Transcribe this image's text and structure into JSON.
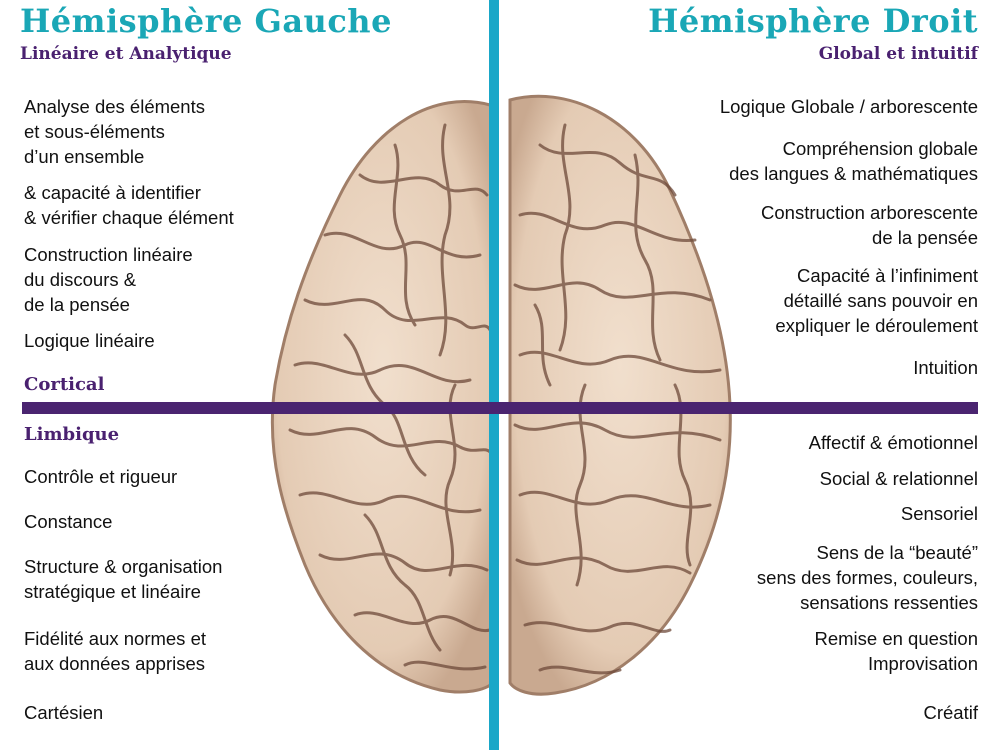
{
  "left": {
    "title": "Hémisphère Gauche",
    "subtitle": "Linéaire et Analytique",
    "items": [
      "Analyse des éléments\net sous-éléments\nd’un ensemble",
      "& capacité à identifier\n& vérifier chaque élément",
      "Construction linéaire\ndu discours &\nde la pensée",
      "Logique linéaire",
      "Contrôle et rigueur",
      "Constance",
      "Structure & organisation\nstratégique et linéaire",
      "Fidélité aux normes et\naux données apprises",
      "Cartésien"
    ]
  },
  "right": {
    "title": "Hémisphère Droit",
    "subtitle": "Global et intuitif",
    "items": [
      "Logique Globale / arborescente",
      "Compréhension globale\ndes langues & mathématiques",
      "Construction arborescente\nde la pensée",
      "Capacité à l’infiniment\ndétaillé sans pouvoir en\nexpliquer le déroulement",
      "Intuition",
      "Affectif & émotionnel",
      "Social & relationnel",
      "Sensoriel",
      "Sens de la “beauté”\nsens des formes, couleurs,\nsensations ressenties",
      "Remise en question\nImprovisation",
      "Créatif"
    ]
  },
  "zones": {
    "cortical": "Cortical",
    "limbic": "Limbique"
  },
  "colors": {
    "title": "#1aa7b6",
    "subtitle": "#4a2170",
    "vertical_divider": "#1aa7c8",
    "horizontal_divider": "#4a2470",
    "brain_fill": "#e9d3bf",
    "brain_folds": "#6e4a3a"
  }
}
